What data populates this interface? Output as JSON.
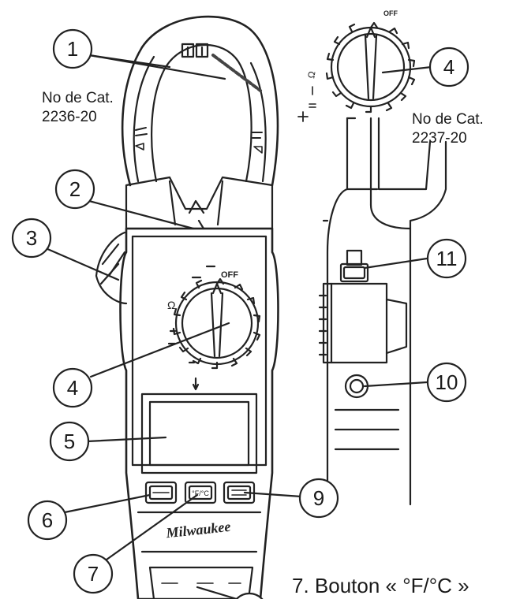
{
  "labels": {
    "cat_left_line1": "No de Cat.",
    "cat_left_line2": "2236-20",
    "cat_right_line1": "No de Cat.",
    "cat_right_line2": "2237-20",
    "bottom_caption": "7. Bouton « °F/°C »"
  },
  "callouts": [
    "1",
    "2",
    "3",
    "4",
    "4",
    "5",
    "6",
    "7",
    "9",
    "10",
    "11"
  ],
  "dial_labels": {
    "off": "OFF",
    "ohm": "Ω"
  },
  "button_labels": {
    "temp": "°F/°C"
  },
  "brand": "Milwaukee"
}
